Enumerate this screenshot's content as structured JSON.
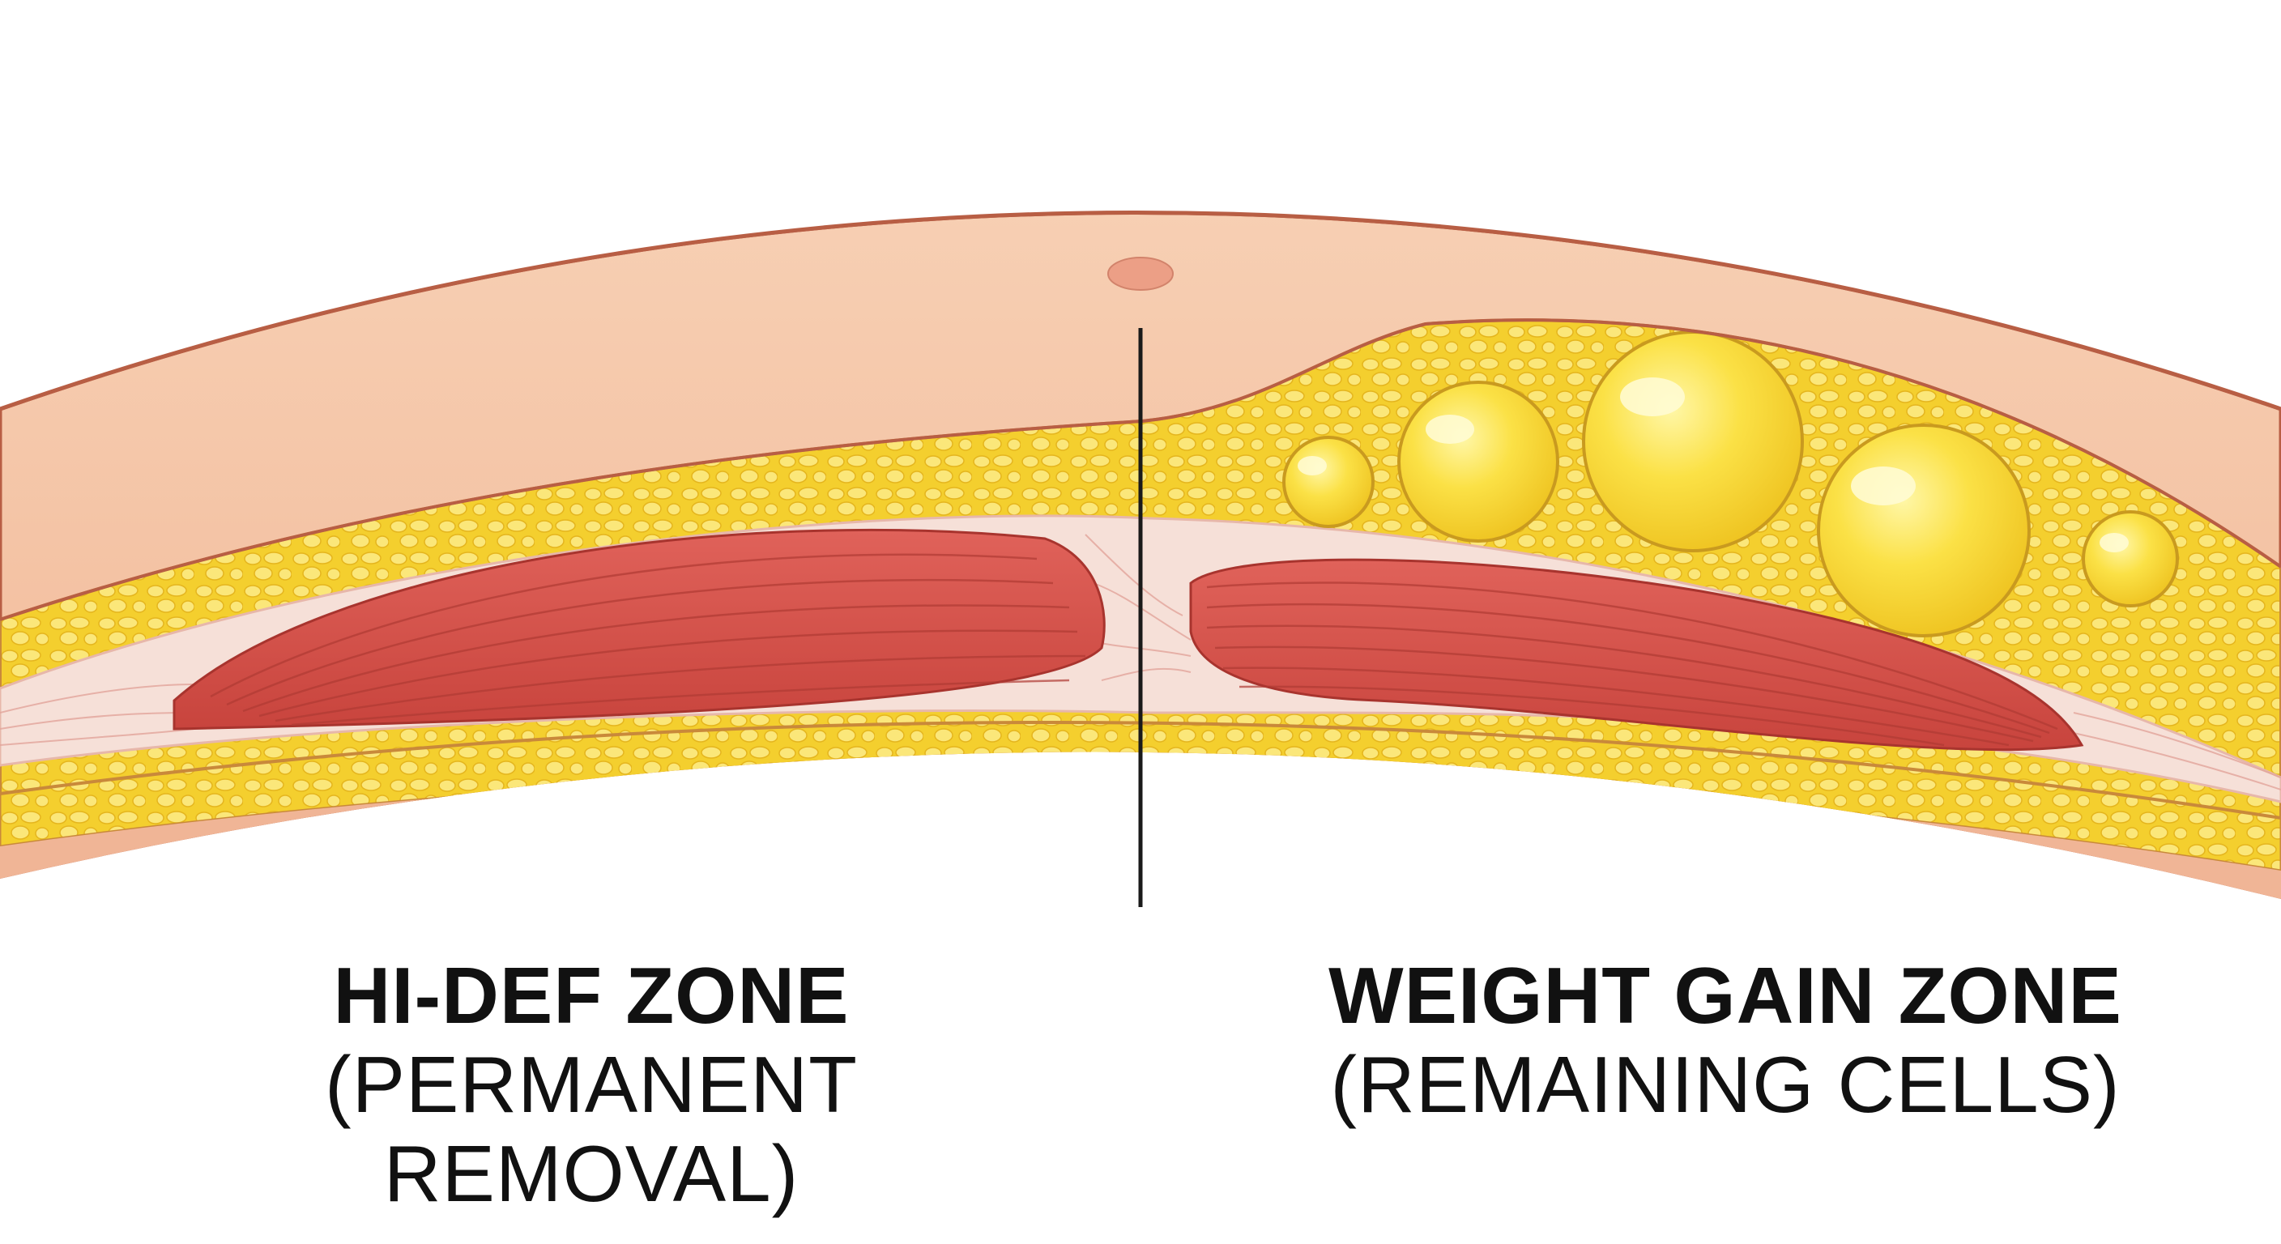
{
  "labels": {
    "left": {
      "title": "HI-DEF ZONE",
      "subtitle": "(PERMANENT REMOVAL)"
    },
    "right": {
      "title": "WEIGHT GAIN ZONE",
      "subtitle": "(REMAINING CELLS)"
    }
  },
  "colors": {
    "skin": "#f4c3a3",
    "skin_outline": "#b85e44",
    "dermis": "#f2b89c",
    "fat": "#f7d63a",
    "fat_light": "#fbe97a",
    "muscle": "#d9534a",
    "muscle_dark": "#b53a34",
    "fascia": "#f6e2dc",
    "divider": "#1a1a1a"
  }
}
